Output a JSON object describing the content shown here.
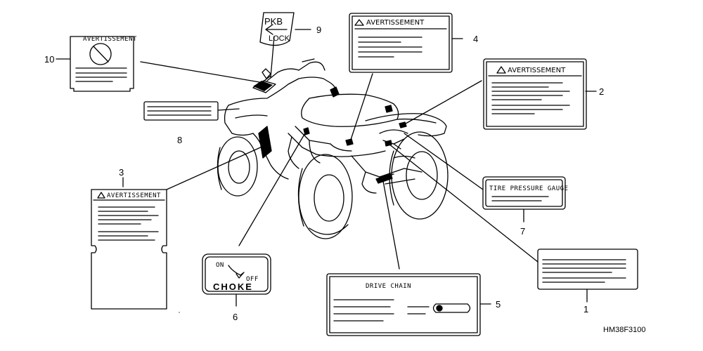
{
  "labels": {
    "avert_label_4": "AVERTISSEMENT",
    "avert_label_2": "AVERTISSEMENT",
    "avert_label_3": "AVERTISSEMENT",
    "avert_label_10": "AVERTISSEMENT",
    "tire_pressure": "TIRE PRESSURE GAUGE",
    "drive_chain": "DRIVE CHAIN",
    "choke_on": "ON",
    "choke_off": "OFF",
    "choke": "CHOKE",
    "pkb_top": "PKB",
    "pkb_bottom": "LOCK"
  },
  "callouts": [
    "1",
    "2",
    "3",
    "4",
    "5",
    "6",
    "7",
    "8",
    "9",
    "10"
  ],
  "diagram_code": "HM38F3100"
}
